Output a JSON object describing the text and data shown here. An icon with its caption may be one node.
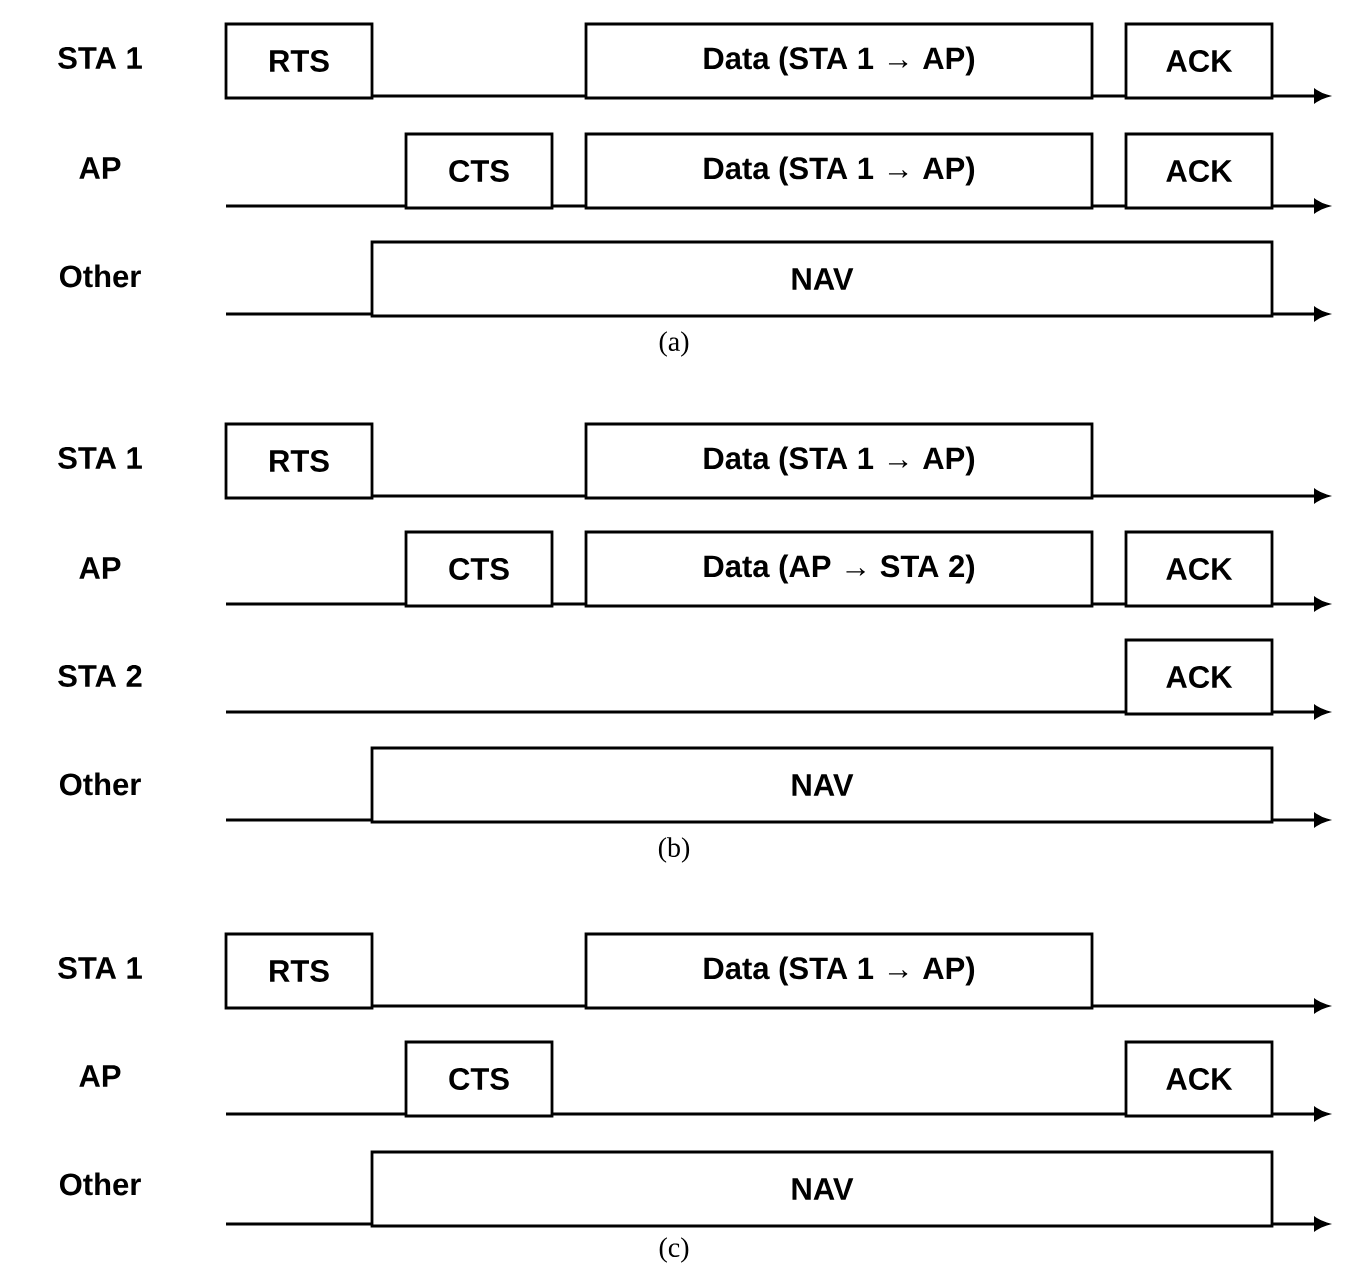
{
  "diagram": {
    "nodes": [
      {
        "text": [
          "RTS"
        ]
      },
      {
        "text": [
          "Data (STA 1 → AP)"
        ]
      },
      {
        "text": [
          "ACK"
        ]
      },
      {
        "text": [
          "CTS"
        ]
      },
      {
        "text": [
          "Data (STA 1 → AP)"
        ]
      },
      {
        "text": [
          "ACK"
        ]
      },
      {
        "text": [
          "NAV"
        ]
      },
      {
        "text": [
          "RTS"
        ]
      },
      {
        "text": [
          "Data (STA 1 → AP)"
        ]
      },
      {
        "text": [
          "CTS"
        ]
      },
      {
        "text": [
          "Data (AP → STA 2)"
        ]
      },
      {
        "text": [
          "ACK"
        ]
      },
      {
        "text": [
          "ACK"
        ]
      },
      {
        "text": [
          "NAV"
        ]
      },
      {
        "text": [
          "RTS"
        ]
      },
      {
        "text": [
          "Data (STA 1 → AP)"
        ]
      },
      {
        "text": [
          "CTS"
        ]
      },
      {
        "text": [
          "ACK"
        ]
      },
      {
        "text": [
          "NAV"
        ]
      }
    ],
    "labels": [
      "STA 1",
      "AP",
      "Other",
      "(a)",
      "STA 1",
      "AP",
      "STA 2",
      "Other",
      "(b)",
      "STA 1",
      "AP",
      "Other",
      "(c)"
    ]
  }
}
